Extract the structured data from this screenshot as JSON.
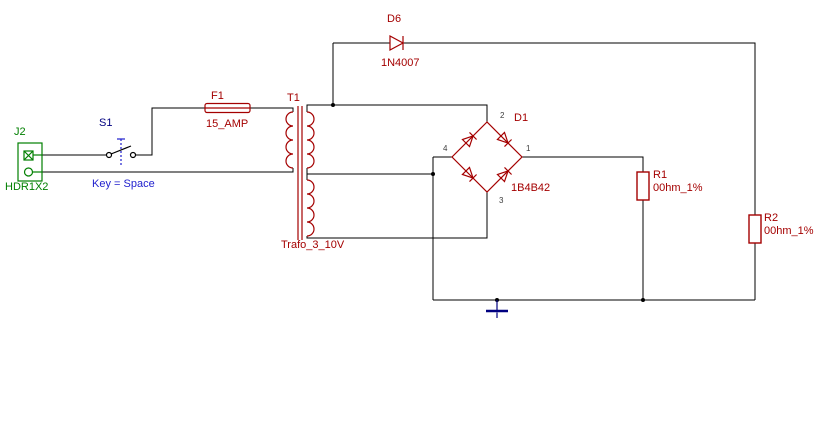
{
  "schematic": {
    "type": "circuit-schematic",
    "components": {
      "j2": {
        "ref": "J2",
        "value": "HDR1X2"
      },
      "s1": {
        "ref": "S1",
        "key_label": "Key = Space"
      },
      "f1": {
        "ref": "F1",
        "value": "15_AMP"
      },
      "t1": {
        "ref": "T1",
        "value": "Trafo_3_10V"
      },
      "d6": {
        "ref": "D6",
        "value": "1N4007"
      },
      "d1": {
        "ref": "D1",
        "value": "1B4B42",
        "pin1": "1",
        "pin2": "2",
        "pin3": "3",
        "pin4": "4"
      },
      "r1": {
        "ref": "R1",
        "value": "00hm_1%"
      },
      "r2": {
        "ref": "R2",
        "value": "00hm_1%"
      }
    },
    "colors": {
      "background": "#ffffff",
      "wire": "#000000",
      "component": "#a40000",
      "label": "#a40000",
      "connector": "#007f00",
      "annotation_blue": "#1e1ecd",
      "ground": "#000080"
    }
  }
}
